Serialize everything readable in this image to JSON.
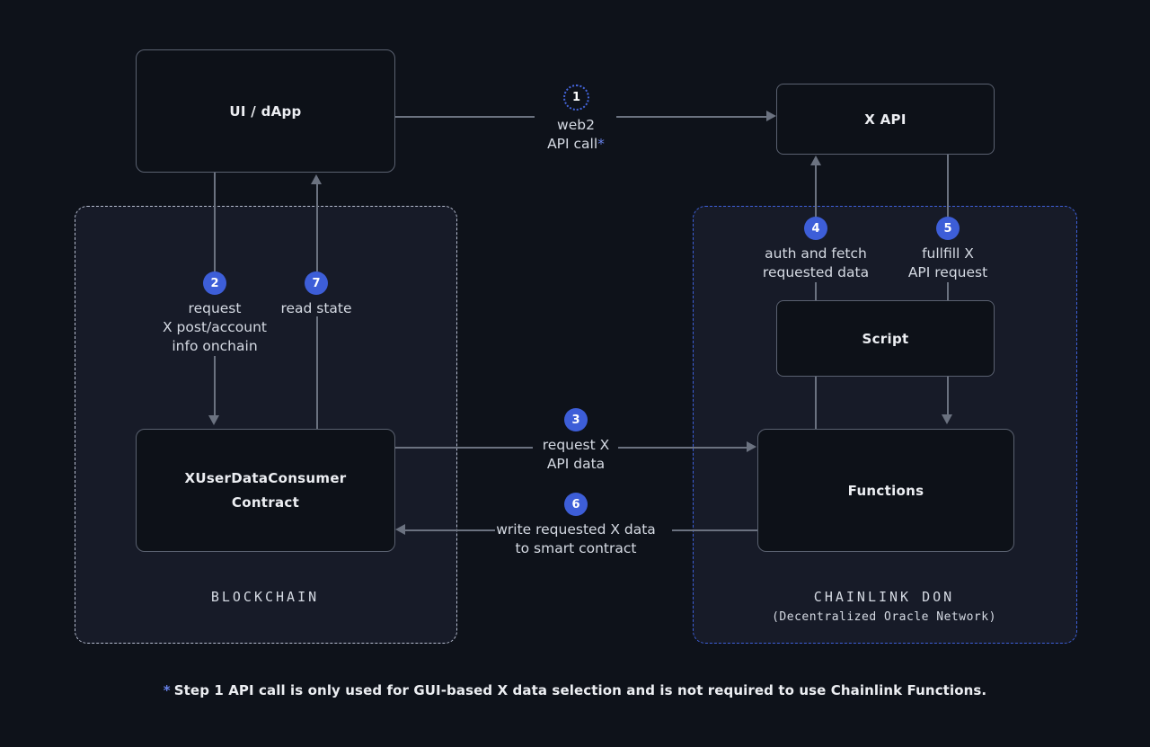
{
  "colors": {
    "bg": "#0e121a",
    "panel": "#171b28",
    "box": "#0d1118",
    "box-border": "#5a6170",
    "line": "#6b7280",
    "badge": "#3d5ed8",
    "text": "#eceef2",
    "muted": "#d5dae3",
    "accent": "#6781e8",
    "blockchain-border": "#b6bdcf",
    "don-border": "#3d5fd9"
  },
  "boxes": {
    "ui_dapp": "UI / dApp",
    "x_api": "X API",
    "script": "Script",
    "contract": {
      "line1": "XUserDataConsumer",
      "line2": "Contract"
    },
    "functions": "Functions"
  },
  "containers": {
    "blockchain": {
      "label": "BLOCKCHAIN"
    },
    "don": {
      "label": "CHAINLINK DON",
      "sublabel": "(Decentralized Oracle Network)"
    }
  },
  "steps": {
    "s1": {
      "num": "1",
      "line1": "web2",
      "line2": "API call",
      "suffix": "*"
    },
    "s2": {
      "num": "2",
      "line1": "request",
      "line2": "X post/account",
      "line3": "info onchain"
    },
    "s3": {
      "num": "3",
      "line1": "request X",
      "line2": "API data"
    },
    "s4": {
      "num": "4",
      "line1": "auth and fetch",
      "line2": "requested data"
    },
    "s5": {
      "num": "5",
      "line1": "fullfill X",
      "line2": "API request"
    },
    "s6": {
      "num": "6",
      "line1": "write requested X data",
      "line2": "to smart contract"
    },
    "s7": {
      "num": "7",
      "line1": "read state"
    }
  },
  "footnote": {
    "marker": "*",
    "text": "Step 1 API call is only used for GUI-based X data selection and is not required to use Chainlink Functions."
  }
}
